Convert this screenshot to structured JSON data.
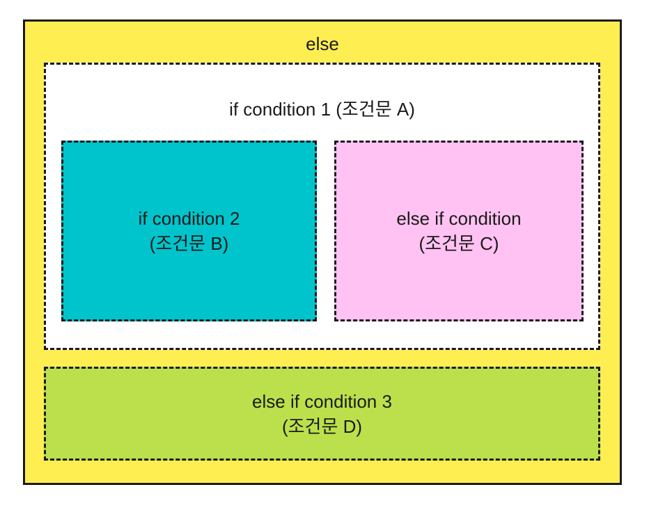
{
  "diagram": {
    "description": "nested if / else-if / else condition blocks",
    "colors": {
      "outer_else_bg": "#FFEE52",
      "if1_bg": "#FFFFFF",
      "if2_bg": "#00C4CC",
      "elseif_c_bg": "#FFC2F2",
      "elseif3_bg": "#BCE04B",
      "border": "#1A1A1A",
      "text": "#1A1A1A",
      "page_bg": "#FFFFFF"
    },
    "blocks": {
      "outer_else": {
        "label": "else"
      },
      "if1": {
        "label": "if condition 1 (조건문 A)"
      },
      "if2": {
        "label_line1": "if condition 2",
        "label_line2": "(조건문 B)"
      },
      "elseif_c": {
        "label_line1": "else if condition",
        "label_line2": "(조건문 C)"
      },
      "elseif3": {
        "label_line1": "else if condition 3",
        "label_line2": "(조건문 D)"
      }
    }
  }
}
